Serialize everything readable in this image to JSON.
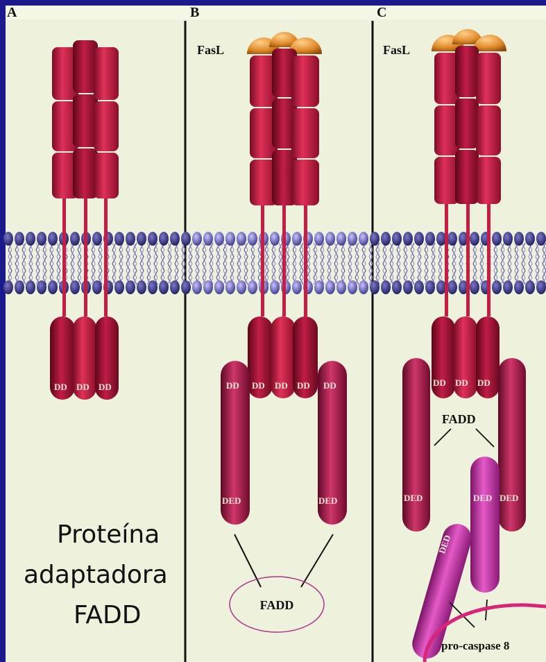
{
  "panels": [
    {
      "letter": "A"
    },
    {
      "letter": "B",
      "ligand_label": "FasL"
    },
    {
      "letter": "C",
      "ligand_label": "FasL"
    }
  ],
  "domain_labels": {
    "dd": "DD",
    "ded": "DED",
    "ded_rot": "DED"
  },
  "fadd_label": "FADD",
  "procaspase_label": "pro-caspase 8",
  "caption": {
    "line1": "Proteína",
    "line2": "adaptadora",
    "line3": "FADD"
  },
  "colors": {
    "background": "#1a1a8c",
    "panel": "#eef1dc",
    "receptor": "#d9264d",
    "receptor_dark": "#8a0f2a",
    "membrane_dark": "#3d3c8c",
    "membrane_light": "#b6b0f0",
    "ligand": "#e79a3a",
    "fadd": "#c2295b",
    "procaspase": "#cc33aa",
    "highlight_circle": "#d8247a",
    "fadd_ellipse": "#b0308f"
  }
}
